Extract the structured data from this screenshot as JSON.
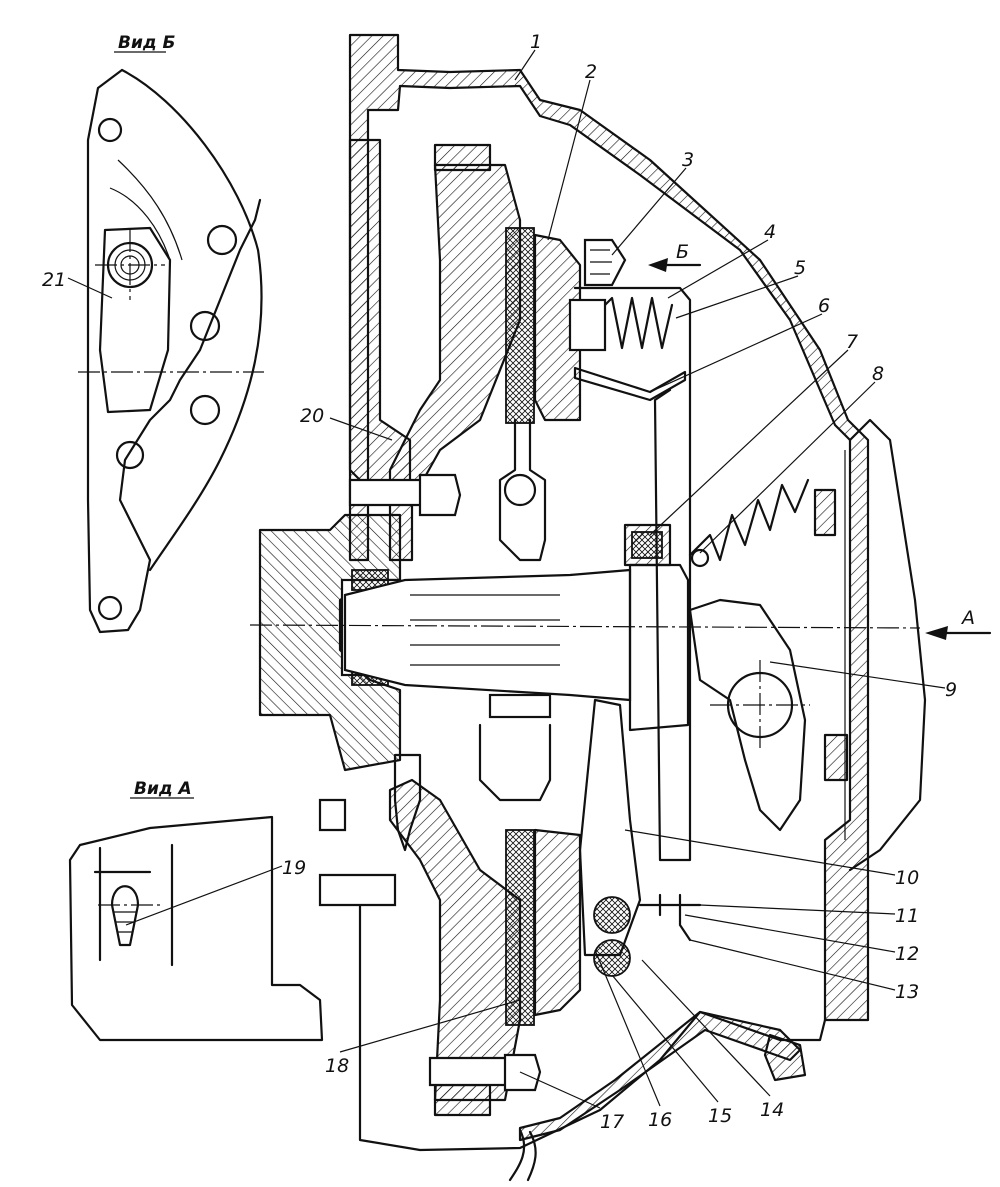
{
  "views": {
    "view_b_title": "Вид Б",
    "view_a_title": "Вид А"
  },
  "arrows": {
    "a_label": "А",
    "b_label": "Б"
  },
  "callouts": [
    "1",
    "2",
    "3",
    "4",
    "5",
    "6",
    "7",
    "8",
    "9",
    "10",
    "11",
    "12",
    "13",
    "14",
    "15",
    "16",
    "17",
    "18",
    "19",
    "20",
    "21"
  ]
}
